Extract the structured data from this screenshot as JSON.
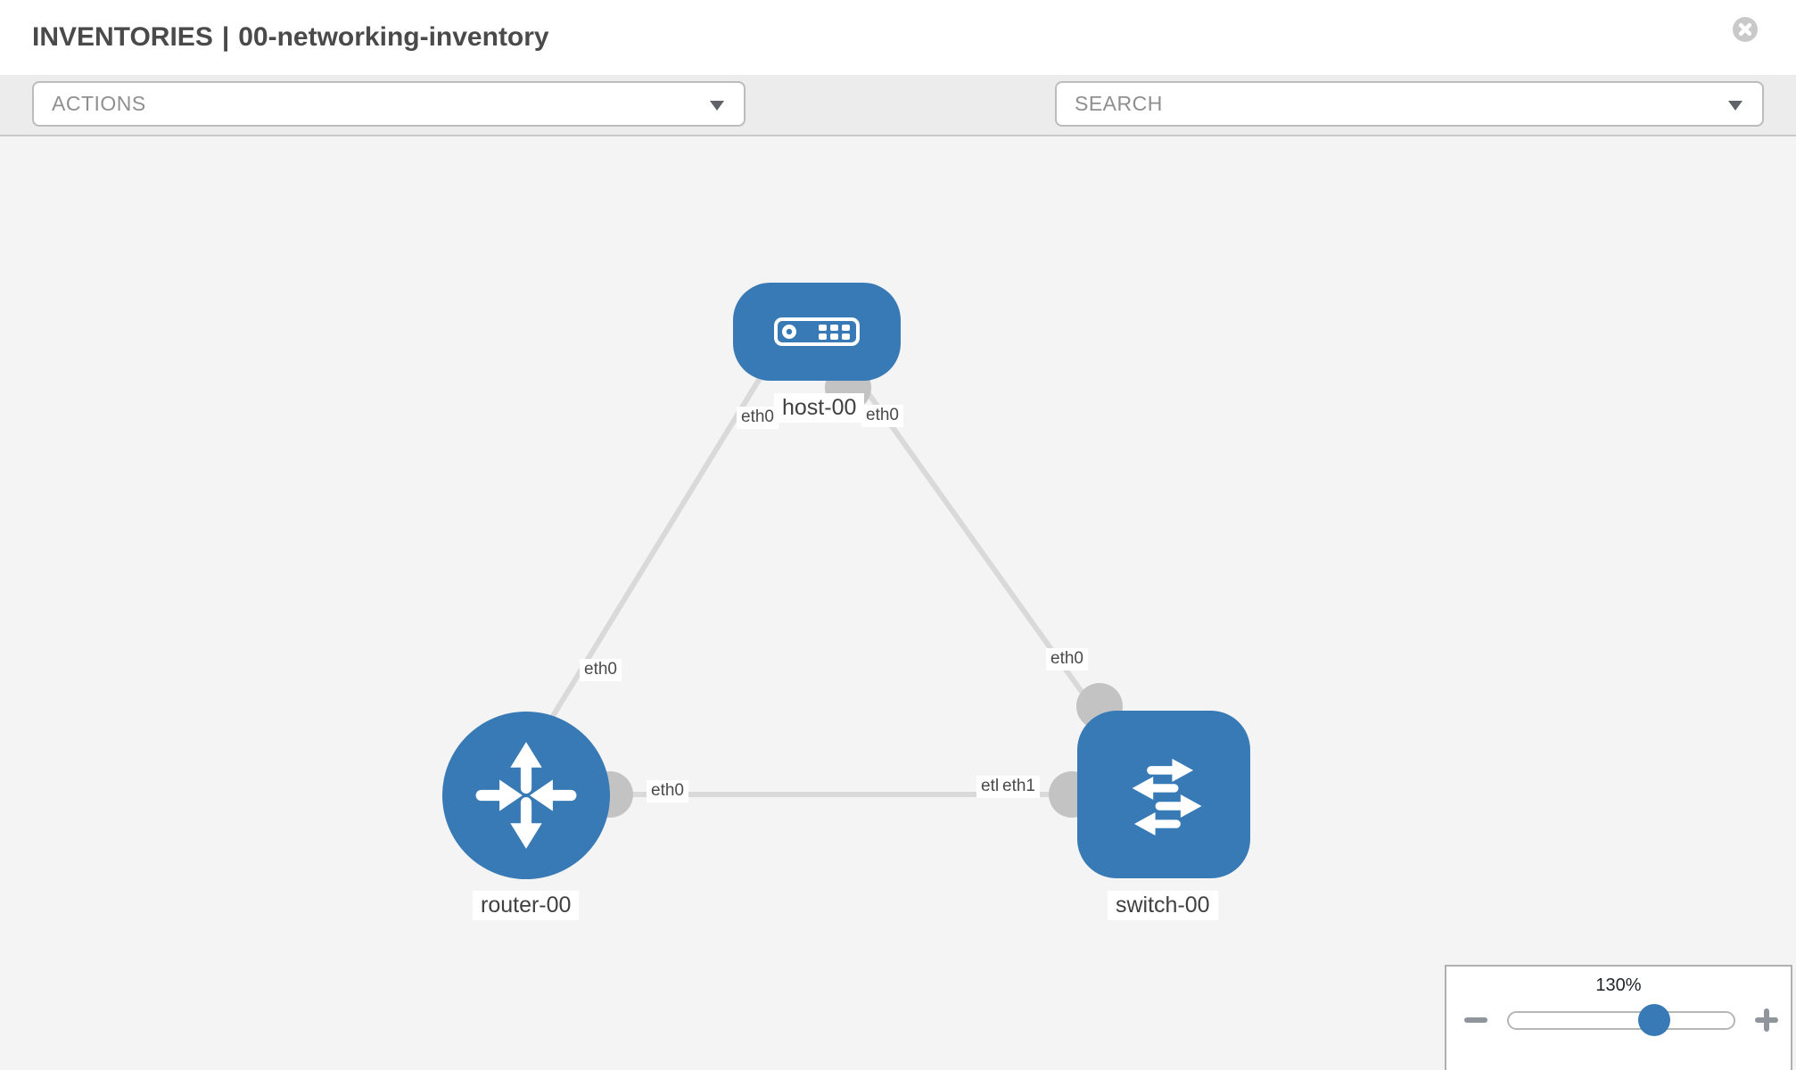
{
  "header": {
    "section": "INVENTORIES",
    "separator": "|",
    "inventory_name": "00-networking-inventory"
  },
  "toolbar": {
    "actions_dropdown": {
      "label": "ACTIONS"
    },
    "search_dropdown": {
      "placeholder": "SEARCH"
    },
    "icons": [
      {
        "name": "wrench-icon"
      },
      {
        "name": "key-icon"
      }
    ]
  },
  "topology": {
    "nodes": [
      {
        "label": "host-00",
        "type": "host"
      },
      {
        "label": "router-00",
        "type": "router"
      },
      {
        "label": "switch-00",
        "type": "switch"
      }
    ],
    "links": [
      {
        "from": "host-00",
        "to": "router-00"
      },
      {
        "from": "host-00",
        "to": "switch-00"
      },
      {
        "from": "router-00",
        "to": "switch-00"
      }
    ],
    "interface_labels": [
      {
        "text": "eth0",
        "at": "host-00-left"
      },
      {
        "text": "eth0",
        "at": "host-00-right"
      },
      {
        "text": "eth0",
        "at": "router-00-top-link"
      },
      {
        "text": "eth0",
        "at": "switch-00-top-link"
      },
      {
        "text": "eth0",
        "at": "router-00-right"
      },
      {
        "text": "eth0",
        "at": "switch-00-left-behind"
      },
      {
        "text": "eth1",
        "at": "switch-00-left-front"
      }
    ]
  },
  "zoom_control": {
    "level": "130%"
  },
  "colors": {
    "node_blue": "#377ab5",
    "link_gray": "#d9d9d9",
    "port_gray": "#c3c3c3",
    "canvas_bg": "#f4f4f4",
    "toolbar_bg": "#ececec"
  }
}
